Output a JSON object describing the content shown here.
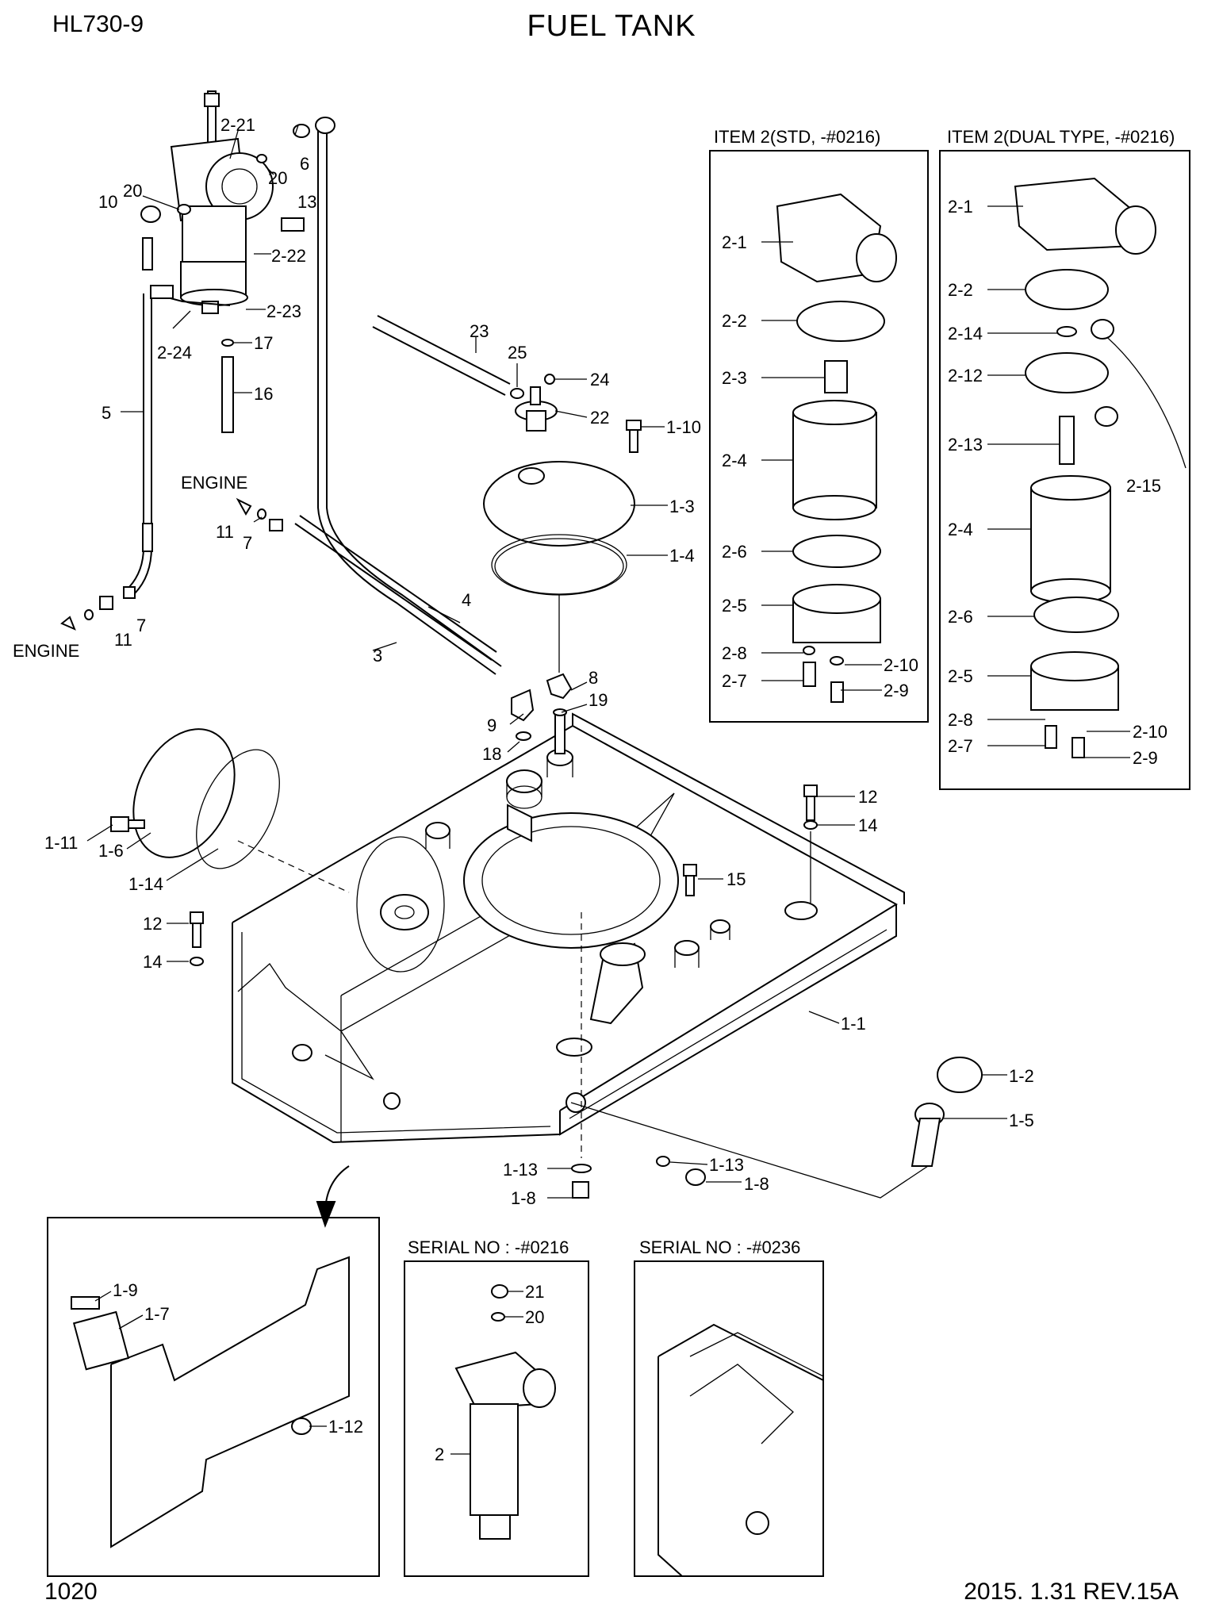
{
  "header": {
    "model": "HL730-9",
    "title": "FUEL TANK"
  },
  "footer": {
    "page": "1020",
    "revision": "2015. 1.31  REV.15A"
  },
  "insets": {
    "std": "ITEM 2(STD, -#0216)",
    "dual": "ITEM 2(DUAL TYPE, -#0216)",
    "serial_a": "SERIAL NO : -#0216",
    "serial_b": "SERIAL NO : -#0236"
  },
  "labels": {
    "engine_top": "ENGINE",
    "engine_bottom": "ENGINE"
  },
  "callouts": {
    "c2_21": "2-21",
    "c6": "6",
    "c20a": "20",
    "c20b": "20",
    "c10": "10",
    "c13": "13",
    "c2_22": "2-22",
    "c2_23": "2-23",
    "c2_24": "2-24",
    "c17": "17",
    "c16": "16",
    "c5": "5",
    "c23": "23",
    "c25": "25",
    "c24": "24",
    "c22": "22",
    "c1_10": "1-10",
    "c1_3": "1-3",
    "c1_4": "1-4",
    "c11a": "11",
    "c7a": "7",
    "c4": "4",
    "c3": "3",
    "c7b": "7",
    "c11b": "11",
    "c8": "8",
    "c19": "19",
    "c9": "9",
    "c18": "18",
    "c12a": "12",
    "c14a": "14",
    "c15": "15",
    "c12b": "12",
    "c14b": "14",
    "c1_11": "1-11",
    "c1_6": "1-6",
    "c1_14": "1-14",
    "c1_1": "1-1",
    "c1_2": "1-2",
    "c1_5": "1-5",
    "c1_13a": "1-13",
    "c1_13b": "1-13",
    "c1_8a": "1-8",
    "c1_8b": "1-8",
    "s2_1": "2-1",
    "s2_2": "2-2",
    "s2_3": "2-3",
    "s2_4": "2-4",
    "s2_6": "2-6",
    "s2_5": "2-5",
    "s2_8": "2-8",
    "s2_7": "2-7",
    "s2_10": "2-10",
    "s2_9": "2-9",
    "d2_1": "2-1",
    "d2_2": "2-2",
    "d2_14": "2-14",
    "d2_12": "2-12",
    "d2_13": "2-13",
    "d2_15": "2-15",
    "d2_4": "2-4",
    "d2_6": "2-6",
    "d2_5": "2-5",
    "d2_8": "2-8",
    "d2_7": "2-7",
    "d2_10": "2-10",
    "d2_9": "2-9",
    "b1_9": "1-9",
    "b1_7": "1-7",
    "b1_12": "1-12",
    "b21": "21",
    "b20": "20",
    "b2": "2"
  }
}
